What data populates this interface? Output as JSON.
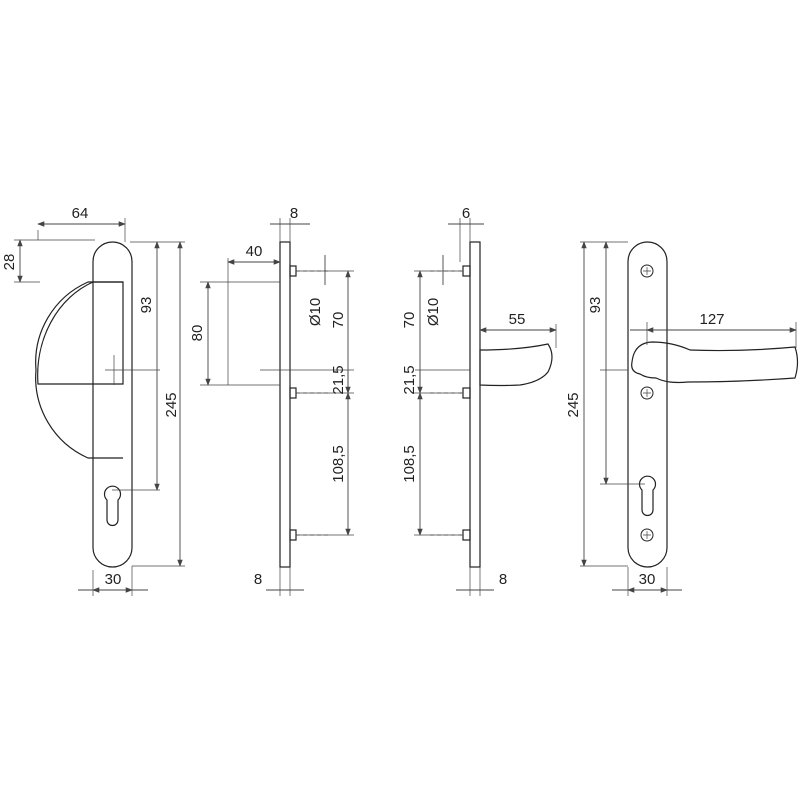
{
  "views": {
    "knob_front": {
      "width_top": "64",
      "offset_left": "28",
      "height_upper": "93",
      "height_total": "245",
      "width_bottom": "30"
    },
    "knob_side": {
      "thickness_top": "8",
      "projection": "40",
      "knob_height": "80",
      "diameter": "Ø10",
      "spacing_upper": "70",
      "spacing_mid": "21,5",
      "spacing_lower": "108,5",
      "thickness_bottom": "8"
    },
    "lever_side": {
      "thickness_top": "6",
      "spacing_upper": "70",
      "diameter": "Ø10",
      "spacing_mid": "21,5",
      "spacing_lower": "108,5",
      "lever_projection": "55",
      "thickness_bottom": "8"
    },
    "lever_front": {
      "height_upper": "93",
      "height_total": "245",
      "lever_length": "127",
      "width_bottom": "30"
    }
  }
}
